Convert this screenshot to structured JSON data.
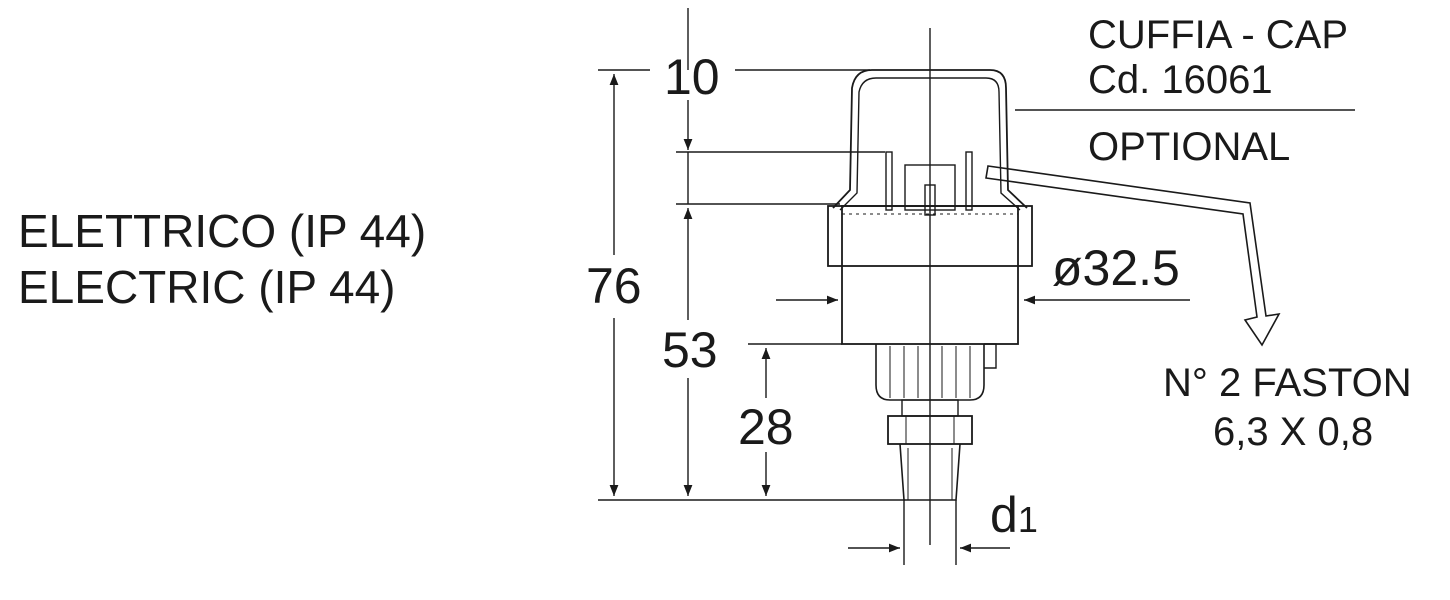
{
  "title": {
    "line1": "ELETTRICO (IP 44)",
    "line2": "ELECTRIC (IP 44)"
  },
  "dimensions": {
    "top": "10",
    "overall_height": "76",
    "body_height": "53",
    "lower_height": "28",
    "diameter": "ø32.5",
    "thread": "d",
    "thread_subscript": "1"
  },
  "cap_note": {
    "line1": "CUFFIA - CAP",
    "line2": "Cd. 16061",
    "line3": "OPTIONAL"
  },
  "faston_note": {
    "line1": "N° 2 FASTON",
    "line2": "6,3 X 0,8"
  }
}
